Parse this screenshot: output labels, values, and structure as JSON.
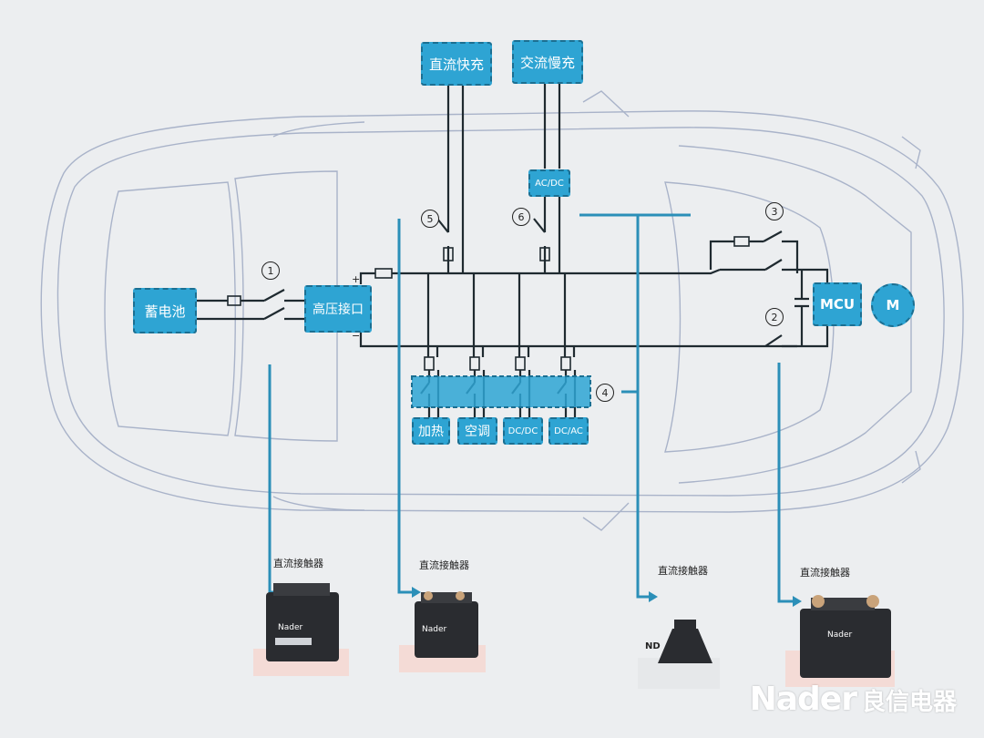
{
  "blocks": {
    "battery": "蓄电池",
    "hv_port": "高压接口",
    "dc_fast": "直流快充",
    "ac_slow": "交流慢充",
    "acdc": "AC/DC",
    "mcu": "MCU",
    "motor": "M",
    "heating": "加热",
    "aircon": "空调",
    "dcdc": "DC/DC",
    "dcac": "DC/AC"
  },
  "markers": [
    "1",
    "2",
    "3",
    "4",
    "5",
    "6"
  ],
  "polarity": {
    "plus": "+",
    "minus": "−"
  },
  "products": [
    {
      "caption": "直流接触器",
      "label": "Nader"
    },
    {
      "caption": "直流接触器",
      "label": "Nader"
    },
    {
      "caption": "直流接触器",
      "label": "ND"
    },
    {
      "caption": "直流接触器",
      "label": "Nader"
    }
  ],
  "brand": {
    "en": "Nader",
    "cn": "良信电器"
  },
  "colors": {
    "accent": "#2ea4d3",
    "accent_border": "#1b6f92",
    "wire": "#1f2a30",
    "leader": "#2b8fb8",
    "background": "#eceef0"
  }
}
